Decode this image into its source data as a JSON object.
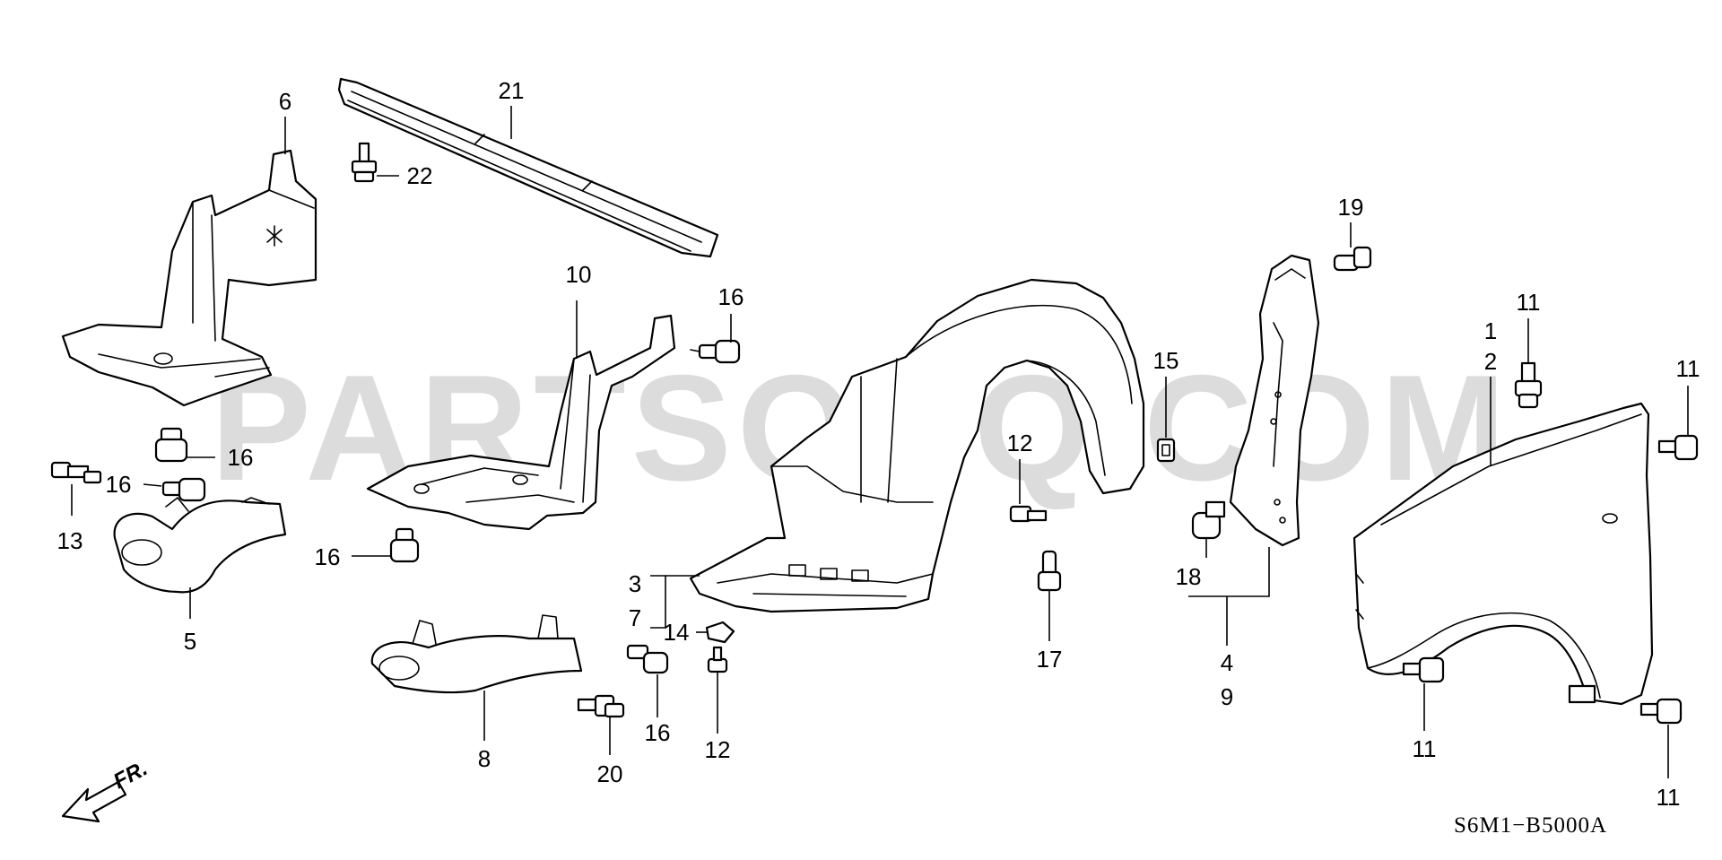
{
  "watermark": "PARTSOUQ.COM",
  "diagram_code": "S6M1−B5000A",
  "direction_label": "FR.",
  "callouts": {
    "c1": "1",
    "c2": "2",
    "c3": "3",
    "c4": "4",
    "c5": "5",
    "c6": "6",
    "c7": "7",
    "c8": "8",
    "c9": "9",
    "c10": "10",
    "c11a": "11",
    "c11b": "11",
    "c11c": "11",
    "c11d": "11",
    "c12a": "12",
    "c12b": "12",
    "c13": "13",
    "c14": "14",
    "c15": "15",
    "c16a": "16",
    "c16b": "16",
    "c16c": "16",
    "c16d": "16",
    "c16e": "16",
    "c17": "17",
    "c18": "18",
    "c19": "19",
    "c20": "20",
    "c21": "21",
    "c22": "22"
  }
}
